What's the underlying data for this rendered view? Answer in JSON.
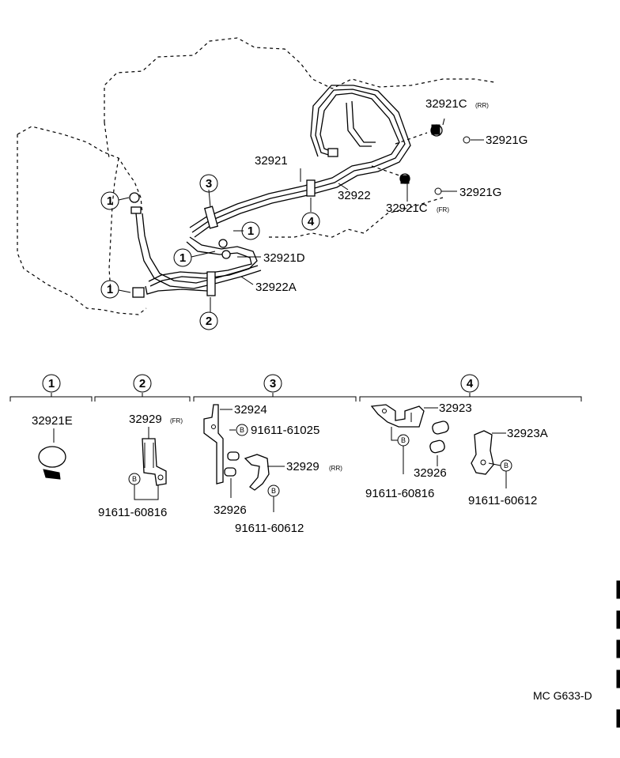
{
  "diagram": {
    "labels": {
      "p32921": "32921",
      "p32922": "32922",
      "p32921c_rr": "32921C",
      "p32921c_rr_sub": "(RR)",
      "p32921c_fr": "32921C",
      "p32921c_fr_sub": "(FR)",
      "p32921g_a": "32921G",
      "p32921g_b": "32921G",
      "p32921d": "32921D",
      "p32922a": "32922A"
    },
    "callouts": {
      "c1a": "1",
      "c1b": "1",
      "c1c": "1",
      "c1d": "1",
      "c2": "2",
      "c3": "3",
      "c4": "4"
    }
  },
  "details": {
    "group1": {
      "number": "1",
      "part": "32921E"
    },
    "group2": {
      "number": "2",
      "part": "32929",
      "part_sub": "(FR)",
      "bolt_symbol": "B",
      "bolt": "91611-60816"
    },
    "group3": {
      "number": "3",
      "part_a": "32924",
      "bolt_symbol_a": "B",
      "bolt_a": "91611-61025",
      "part_b": "32929",
      "part_b_sub": "(RR)",
      "part_c": "32926",
      "bolt_symbol_b": "B",
      "bolt_b": "91611-60612"
    },
    "group4": {
      "number": "4",
      "part_a": "32923",
      "bolt_symbol_a": "B",
      "bolt_a": "91611-60816",
      "part_b": "32926",
      "part_c": "32923A",
      "bolt_symbol_b": "B",
      "bolt_b": "91611-60612"
    }
  },
  "footer": {
    "code": "MC G633-D"
  }
}
